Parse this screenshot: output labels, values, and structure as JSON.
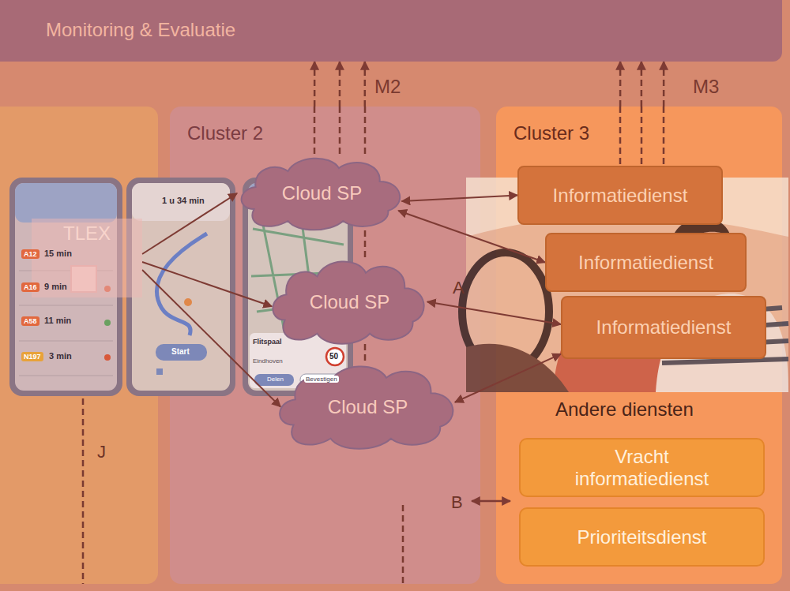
{
  "diagram": {
    "nodes": [
      {
        "text": [
          "Monitoring & Evaluatie"
        ]
      },
      {
        "text": [
          "TLEX"
        ]
      },
      {
        "text": [
          "Cluster 2"
        ]
      },
      {
        "text": [
          "Cloud SP"
        ],
        "in": 2
      },
      {
        "text": [
          "Cloud SP"
        ],
        "in": 2
      },
      {
        "text": [
          "Cloud SP"
        ],
        "in": 2
      },
      {
        "text": [
          "Cluster 3"
        ]
      },
      {
        "text": [
          "Informatiedienst"
        ],
        "in": 6
      },
      {
        "text": [
          "Informatiedienst"
        ],
        "in": 6
      },
      {
        "text": [
          "Informatiedienst"
        ],
        "in": 6
      },
      {
        "text": [
          "Vracht informatiedienst"
        ],
        "in": 6
      },
      {
        "text": [
          "Prioriteitsdienst"
        ],
        "in": 6
      }
    ],
    "edges": [
      {
        "from": 1,
        "to": 3,
        "arrow": "to"
      },
      {
        "from": 1,
        "to": 4,
        "arrow": "to"
      },
      {
        "from": 1,
        "to": 5,
        "arrow": "to"
      },
      {
        "from": 3,
        "to": 7,
        "arrow": "both"
      },
      {
        "from": 3,
        "to": 8,
        "arrow": "both"
      },
      {
        "from": 4,
        "to": 9,
        "arrow": "both"
      },
      {
        "from": 5,
        "to": 9,
        "arrow": "both"
      },
      {
        "from": 2,
        "to": 0,
        "arrow": "to"
      },
      {
        "from": 2,
        "to": 0,
        "arrow": "to"
      },
      {
        "from": 2,
        "to": 0,
        "arrow": "to"
      },
      {
        "from": 6,
        "to": 0,
        "arrow": "to"
      },
      {
        "from": 6,
        "to": 0,
        "arrow": "to"
      },
      {
        "from": 6,
        "to": 0,
        "arrow": "to"
      }
    ],
    "labels": [
      "M2",
      "M3",
      "A",
      "B",
      "J",
      "Andere diensten",
      "A12",
      "15 min",
      "A16",
      "9 min",
      "A58",
      "11 min",
      "N197",
      "3 min",
      "1 u 34 min",
      "Start",
      "Flitspaal",
      "Eindhoven",
      "50",
      "Delen",
      "Bevestigen"
    ]
  }
}
